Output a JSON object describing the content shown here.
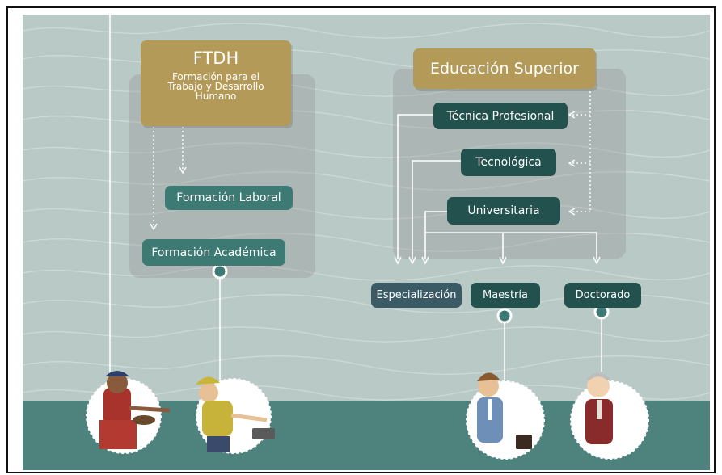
{
  "ftdh": {
    "title": "FTDH",
    "subtitle": "Formación para el Trabajo y Desarrollo Humano",
    "laboral": "Formación Laboral",
    "academica": "Formación Académica"
  },
  "superior": {
    "title": "Educación Superior",
    "tecnica": "Técnica Profesional",
    "tecnologica": "Tecnológica",
    "universitaria": "Universitaria"
  },
  "posgrado": {
    "especializacion": "Especialización",
    "maestria": "Maestría",
    "doctorado": "Doctorado"
  },
  "colors": {
    "sky": "#b9c9c6",
    "sea": "#4d827d",
    "gold": "#b49a58",
    "teal": "#3d7a74",
    "darkteal": "#23514d",
    "slate": "#3a5a66"
  }
}
